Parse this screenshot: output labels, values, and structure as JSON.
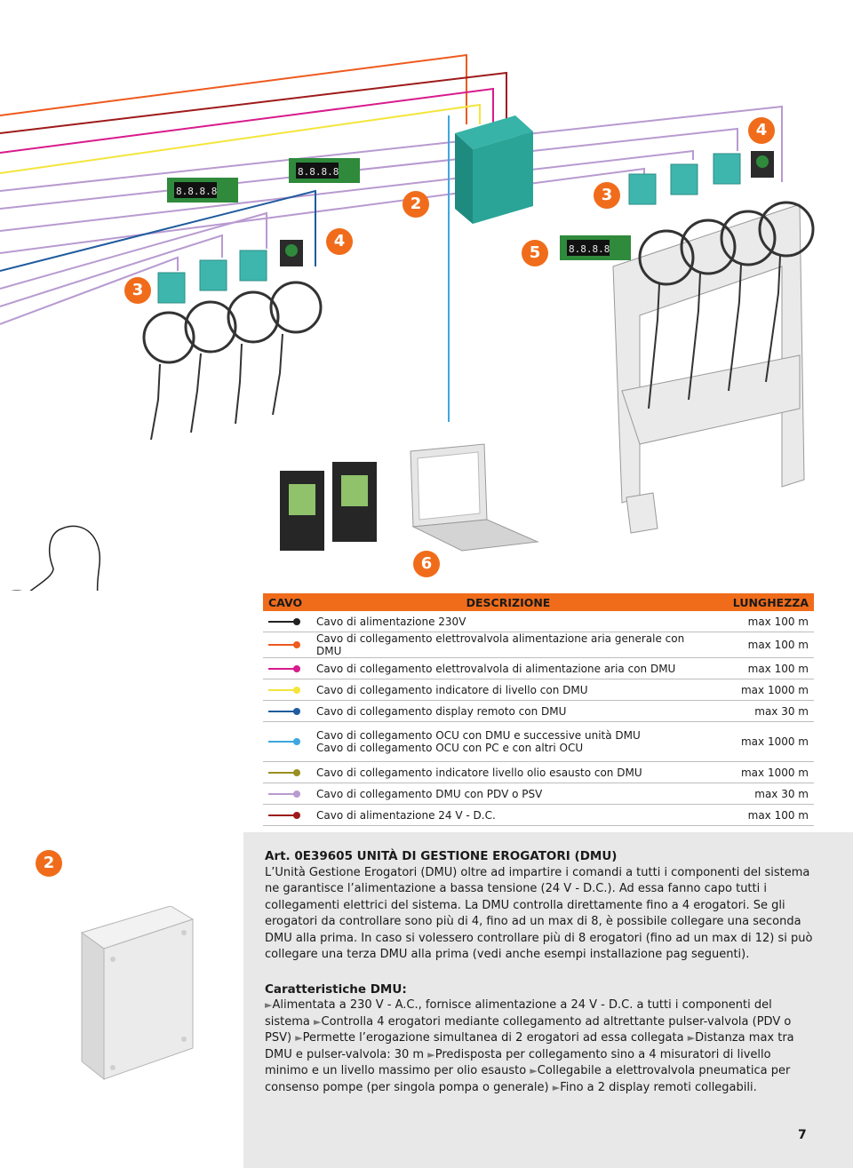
{
  "diagram": {
    "badges": [
      "3",
      "4",
      "2",
      "3",
      "4",
      "5",
      "6"
    ],
    "display_digits": "8.8.8.8"
  },
  "table": {
    "headers": {
      "cable": "CAVO",
      "description": "DESCRIZIONE",
      "length": "LUNGHEZZA"
    },
    "rows": [
      {
        "color": "#222222",
        "description": "Cavo di alimentazione 230V",
        "length": "max 100 m"
      },
      {
        "color": "#ee5a1e",
        "description": "Cavo di collegamento elettrovalvola alimentazione aria generale con DMU",
        "length": "max 100 m"
      },
      {
        "color": "#d81b8c",
        "description": "Cavo di collegamento elettrovalvola di alimentazione aria con DMU",
        "length": "max 100 m"
      },
      {
        "color": "#f4e53c",
        "description": "Cavo di collegamento indicatore di livello con DMU",
        "length": "max 1000 m"
      },
      {
        "color": "#1f5b9e",
        "description": "Cavo di collegamento display remoto con DMU",
        "length": "max 30 m"
      },
      {
        "color": "#3ea7df",
        "description": "Cavo di collegamento OCU con DMU e successive unità DMU",
        "description2": "Cavo di collegamento OCU con PC e con altri OCU",
        "length": "max 1000 m"
      },
      {
        "color": "#9a8f22",
        "description": "Cavo di collegamento indicatore livello olio esausto con DMU",
        "length": "max 1000 m"
      },
      {
        "color": "#b89ad0",
        "description": "Cavo di collegamento DMU con PDV o PSV",
        "length": "max 30 m"
      },
      {
        "color": "#9e1a1a",
        "description": "Cavo di alimentazione 24 V - D.C.",
        "length": "max 100 m"
      }
    ]
  },
  "section": {
    "badge": "2",
    "title": "Art. 0E39605 UNITÀ DI GESTIONE EROGATORI (DMU)",
    "body": "L’Unità Gestione Erogatori (DMU) oltre ad impartire i comandi a tutti i componenti del sistema ne garantisce l’alimentazione a bassa tensione (24 V - D.C.). Ad essa fanno capo tutti i collegamenti elettrici del sistema. La DMU controlla direttamente fino a 4 erogatori. Se gli erogatori da controllare sono più di 4, fino ad un max di 8, è possibile collegare una seconda DMU alla prima. In caso si volessero controllare più di 8 erogatori (fino ad un max di 12) si può collegare una terza DMU alla prima (vedi anche esempi installazione pag seguenti).",
    "features_title": "Caratteristiche DMU:",
    "features": [
      "Alimentata a 230 V - A.C., fornisce alimentazione a 24 V - D.C. a tutti i componenti del sistema",
      "Controlla 4 erogatori mediante collegamento ad altrettante pulser-valvola (PDV o PSV)",
      "Permette l’erogazione simultanea di 2 erogatori ad essa collegata",
      "Distanza max tra DMU e pulser-valvola: 30 m",
      "Predisposta per collegamento sino a 4 misuratori di livello minimo e un livello massimo per olio esausto",
      "Collegabile a elettrovalvola pneumatica per consenso pompe (per singola pompa o generale)",
      "Fino a 2 display remoti collegabili."
    ]
  },
  "page_number": "7"
}
